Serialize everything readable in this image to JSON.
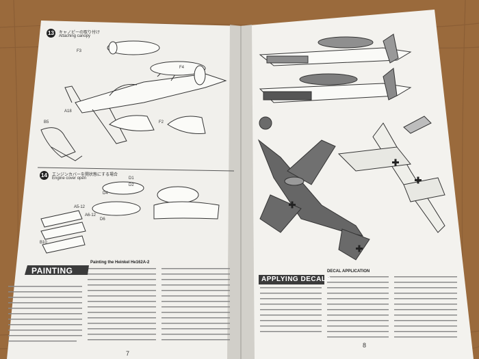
{
  "left_page": {
    "steps": [
      {
        "number": "13",
        "subtitle_jp": "キャノピーの取り付け",
        "subtitle": "Attaching canopy"
      },
      {
        "number": "14",
        "subtitle_jp": "エンジンカバーを開状態にする場合",
        "subtitle": "Engine cover open"
      }
    ],
    "parts": [
      "F3",
      "A18",
      "F4",
      "B5",
      "F2",
      "D1",
      "D2",
      "D4",
      "D6",
      "A5-12",
      "A6-12",
      "B10"
    ],
    "painting_header": "PAINTING",
    "painting_title": "Painting the Heinkel He162A-2",
    "page_number": "7"
  },
  "right_page": {
    "applying_decals_header": "APPLYING DECALS",
    "decal_application_title": "DECAL APPLICATION",
    "page_number": "8"
  },
  "colors": {
    "table_wood": "#9a6a3c",
    "paper": "#f1f0ec",
    "header_bar": "#3b3b3b"
  }
}
